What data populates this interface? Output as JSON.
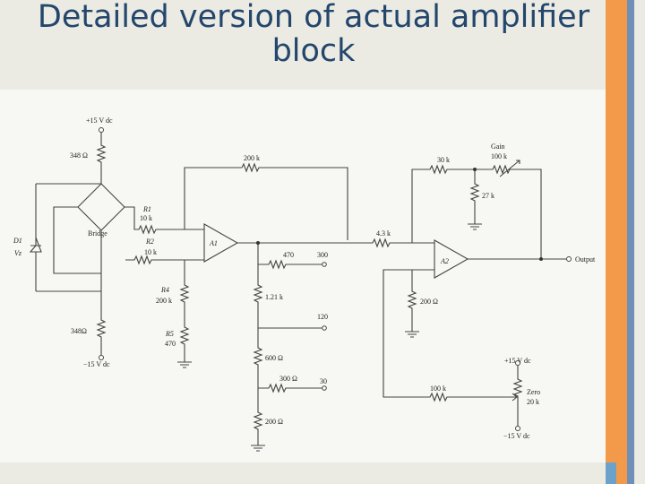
{
  "slide": {
    "title_line1": "Detailed version of actual amplifier",
    "title_line2": "block"
  },
  "circuit": {
    "supply_pos": "+15 V dc",
    "supply_neg": "−15 V dc",
    "r_top": "348 Ω",
    "r_bottom": "348Ω",
    "bridge": "Bridge",
    "diode": "D1",
    "vz": "Vz",
    "r1_name": "R1",
    "r1_val": "10 k",
    "r2_name": "R2",
    "r2_val": "10 k",
    "r4_name": "R4",
    "r4_val": "200 k",
    "r5_name": "R5",
    "r5_val": "470",
    "r_fb": "200 k",
    "a1": "A1",
    "a2": "A2",
    "r_470": "470",
    "r_121": "1.21 k",
    "r_600": "600 Ω",
    "r_300": "300 Ω",
    "r_200": "200 Ω",
    "tap_300": "300",
    "tap_120": "120",
    "tap_30": "30",
    "r_43": "4.3 k",
    "r_30k": "30 k",
    "gain": "Gain",
    "r_100k_gain": "100 k",
    "r_27k": "27 k",
    "r_200_a2": "200 Ω",
    "output": "Output",
    "zero_pos": "+15 V dc",
    "zero_neg": "−15 V dc",
    "r_100k_zero": "100 k",
    "zero_name": "Zero",
    "zero_val": "20 k"
  }
}
